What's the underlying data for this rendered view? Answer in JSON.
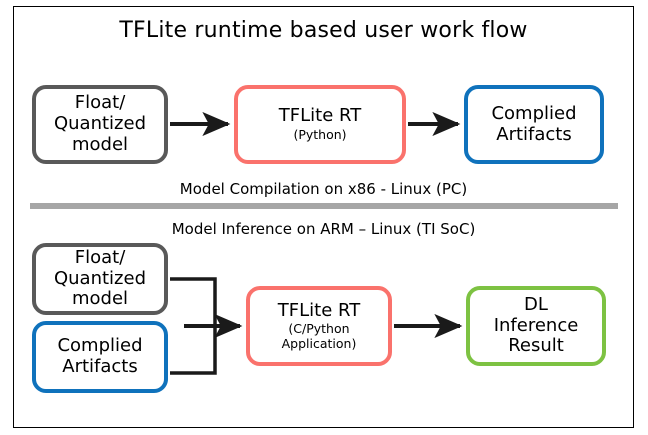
{
  "diagram": {
    "title": "TFLite runtime based user work flow",
    "frame_color": "#000000",
    "divider_color": "#A6A6A6",
    "arrow_color": "#1A1A1A",
    "sections": {
      "compilation_caption": "Model Compilation on x86 - Linux (PC)",
      "inference_caption": "Model Inference on ARM – Linux (TI SoC)"
    },
    "nodes": {
      "top_input": {
        "label": "Float/\nQuantized\nmodel",
        "sub": "",
        "color": "#595959"
      },
      "top_runtime": {
        "label": "TFLite RT",
        "sub": "(Python)",
        "color": "#FA726C"
      },
      "top_output": {
        "label": "Complied\nArtifacts",
        "sub": "",
        "color": "#0F72BC"
      },
      "bottom_model": {
        "label": "Float/\nQuantized\nmodel",
        "sub": "",
        "color": "#595959"
      },
      "bottom_artifacts": {
        "label": "Complied\nArtifacts",
        "sub": "",
        "color": "#0F72BC"
      },
      "bottom_runtime": {
        "label": "TFLite RT",
        "sub": "(C/Python\nApplication)",
        "color": "#FA726C"
      },
      "bottom_output": {
        "label": "DL\nInference\nResult",
        "sub": "",
        "color": "#7DC242"
      }
    },
    "arrows": [
      {
        "name": "model-to-runtime-top"
      },
      {
        "name": "runtime-to-artifacts-top"
      },
      {
        "name": "inputs-to-runtime-bottom"
      },
      {
        "name": "runtime-to-result-bottom"
      }
    ]
  }
}
